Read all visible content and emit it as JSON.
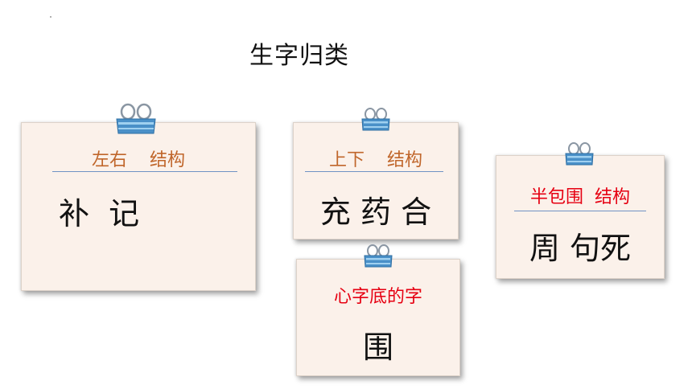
{
  "title": "生字归类",
  "cards": [
    {
      "heading": "左右    结构",
      "chars": "补  记",
      "heading_color": "#c0662b"
    },
    {
      "heading": "上下    结构",
      "chars": "充 药 合",
      "heading_color": "#c0662b"
    },
    {
      "heading": "半包围  结构",
      "chars": "周 句死",
      "heading_color": "#e60012"
    },
    {
      "heading": "心字底的字",
      "chars": "围",
      "heading_color": "#e60012"
    }
  ],
  "colors": {
    "card_bg": "#fbf1ea",
    "rule": "#6f93c4",
    "clip": "#4a90c8"
  }
}
